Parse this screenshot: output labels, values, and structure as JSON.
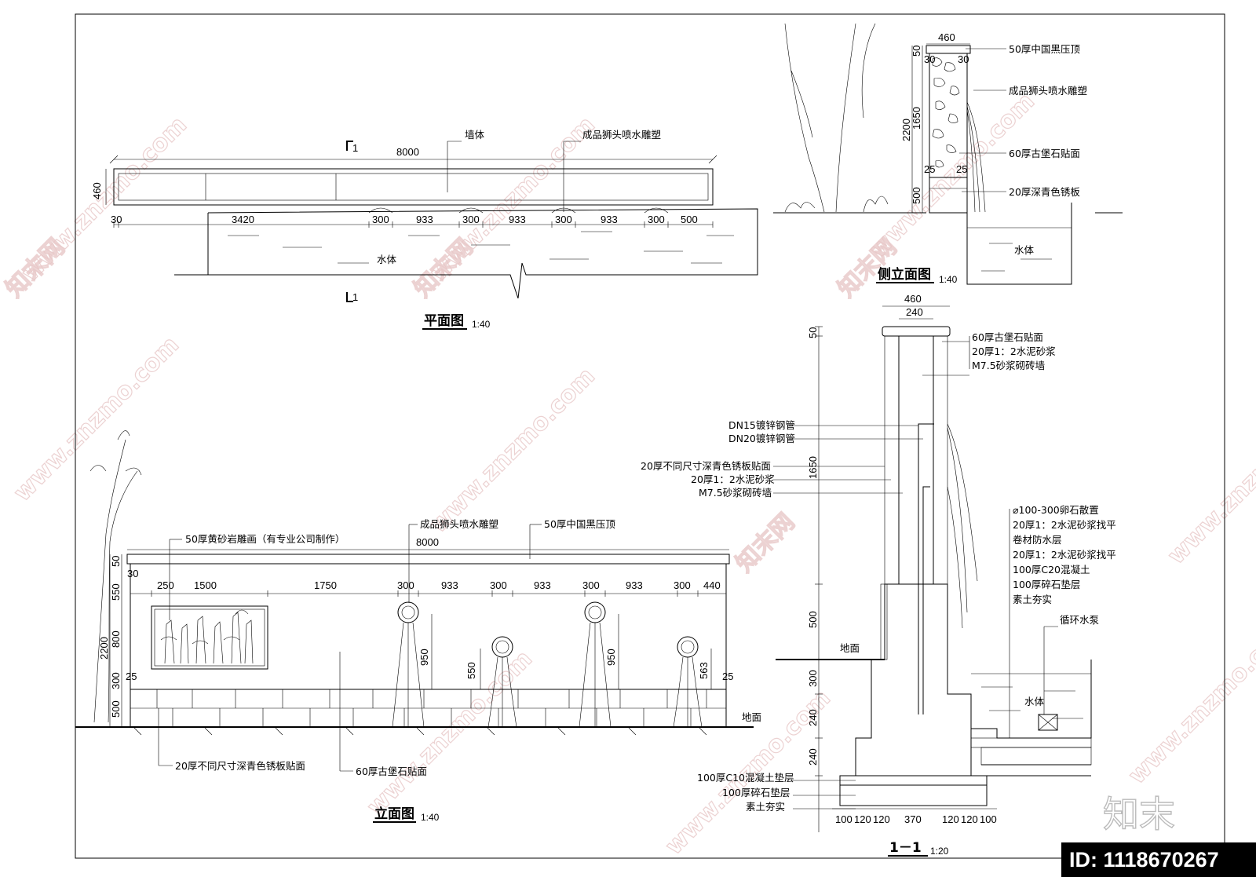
{
  "plan": {
    "title": "平面图",
    "scale": "1:40",
    "section_mark": "1",
    "labels": {
      "wall": "墙体",
      "fountain": "成品狮头喷水雕塑",
      "water": "水体"
    },
    "dims": {
      "total": "8000",
      "width": "460",
      "d0": "30",
      "d1": "3420",
      "d2": "300",
      "d3": "933",
      "d4": "300",
      "d5": "933",
      "d6": "300",
      "d7": "933",
      "d8": "300",
      "d9": "500"
    }
  },
  "side": {
    "title": "侧立面图",
    "scale": "1:40",
    "labels": [
      "50厚中国黑压顶",
      "成品狮头喷水雕塑",
      "60厚古堡石贴面",
      "20厚深青色锈板"
    ],
    "water": "水体",
    "dims": {
      "top": "460",
      "left30": "30",
      "right30": "30",
      "cap": "50",
      "mid": "1650",
      "total": "2200",
      "d25": "25",
      "base": "500"
    }
  },
  "elevation": {
    "title": "立面图",
    "scale": "1:40",
    "labels": {
      "relief": "50厚黄砂岩雕画（有专业公司制作）",
      "fountain": "成品狮头喷水雕塑",
      "cap": "50厚中国黑压顶",
      "ground": "地面",
      "plate": "20厚不同尺寸深青色锈板贴面",
      "stone": "60厚古堡石贴面"
    },
    "dims": {
      "total": "8000",
      "d30": "30",
      "a250": "250",
      "a1500": "1500",
      "a1750": "1750",
      "b300a": "300",
      "b933a": "933",
      "b300b": "300",
      "b933b": "933",
      "b300c": "300",
      "b933c": "933",
      "b300d": "300",
      "b440": "440",
      "v50": "50",
      "v550": "550",
      "v2200": "2200",
      "v800": "800",
      "v25": "25",
      "v300": "300",
      "v500": "500",
      "j950a": "950",
      "j550": "550",
      "j950b": "950",
      "j563": "563",
      "r25": "25"
    }
  },
  "section": {
    "title": "1－1",
    "scale": "1:20",
    "top_labels": [
      "60厚古堡石贴面",
      "20厚1：2水泥砂浆",
      "M7.5砂浆砌砖墙"
    ],
    "left_labels": [
      "DN15镀锌钢管",
      "DN20镀锌钢管",
      "20厚不同尺寸深青色锈板贴面",
      "20厚1：2水泥砂浆",
      "M7.5砂浆砌砖墙"
    ],
    "right_labels": [
      "⌀100-300卵石散置",
      "20厚1：2水泥砂浆找平",
      "卷材防水层",
      "20厚1：2水泥砂浆找平",
      "100厚C20混凝土",
      "100厚碎石垫层",
      "素土夯实"
    ],
    "pump": "循环水泵",
    "ground": "地面",
    "water": "水体",
    "bottom_labels": [
      "100厚C10混凝土垫层",
      "100厚碎石垫层",
      "素土夯实"
    ],
    "dims": {
      "top460": "460",
      "top240": "240",
      "v50": "50",
      "v1650": "1650",
      "v500": "500",
      "v300": "300",
      "v240a": "240",
      "v240b": "240"
    },
    "bottom_dims": [
      "100",
      "120",
      "120",
      "370",
      "120",
      "120",
      "100"
    ]
  },
  "watermarks": {
    "site": "www.znzmo.com",
    "brand": "知末网"
  },
  "logo": "知末",
  "id_badge": "ID: 1118670267"
}
